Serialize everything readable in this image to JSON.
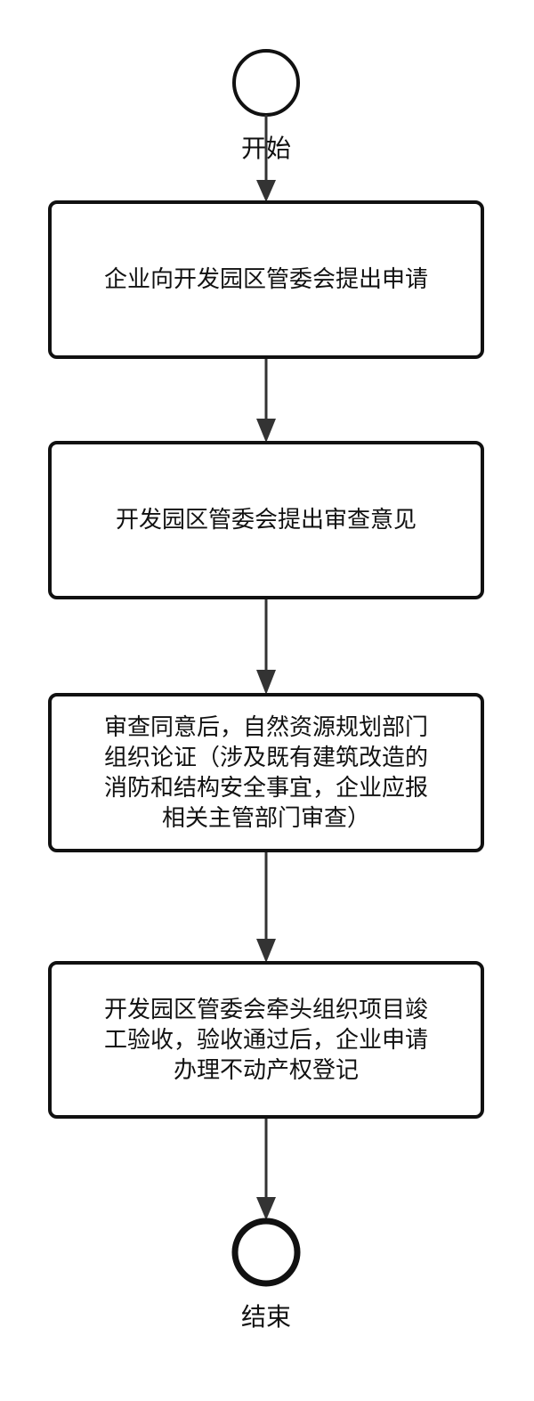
{
  "start": {
    "label": "开始"
  },
  "end": {
    "label": "结束"
  },
  "steps": [
    {
      "lines": [
        "企业向开发园区管委会提出申请"
      ]
    },
    {
      "lines": [
        "开发园区管委会提出审查意见"
      ]
    },
    {
      "lines": [
        "审查同意后，自然资源规划部门",
        "组织论证（涉及既有建筑改造的",
        "消防和结构安全事宜，企业应报",
        "相关主管部门审查）"
      ]
    },
    {
      "lines": [
        "开发园区管委会牵头组织项目竣",
        "工验收，验收通过后，企业申请",
        "办理不动产权登记"
      ]
    }
  ]
}
